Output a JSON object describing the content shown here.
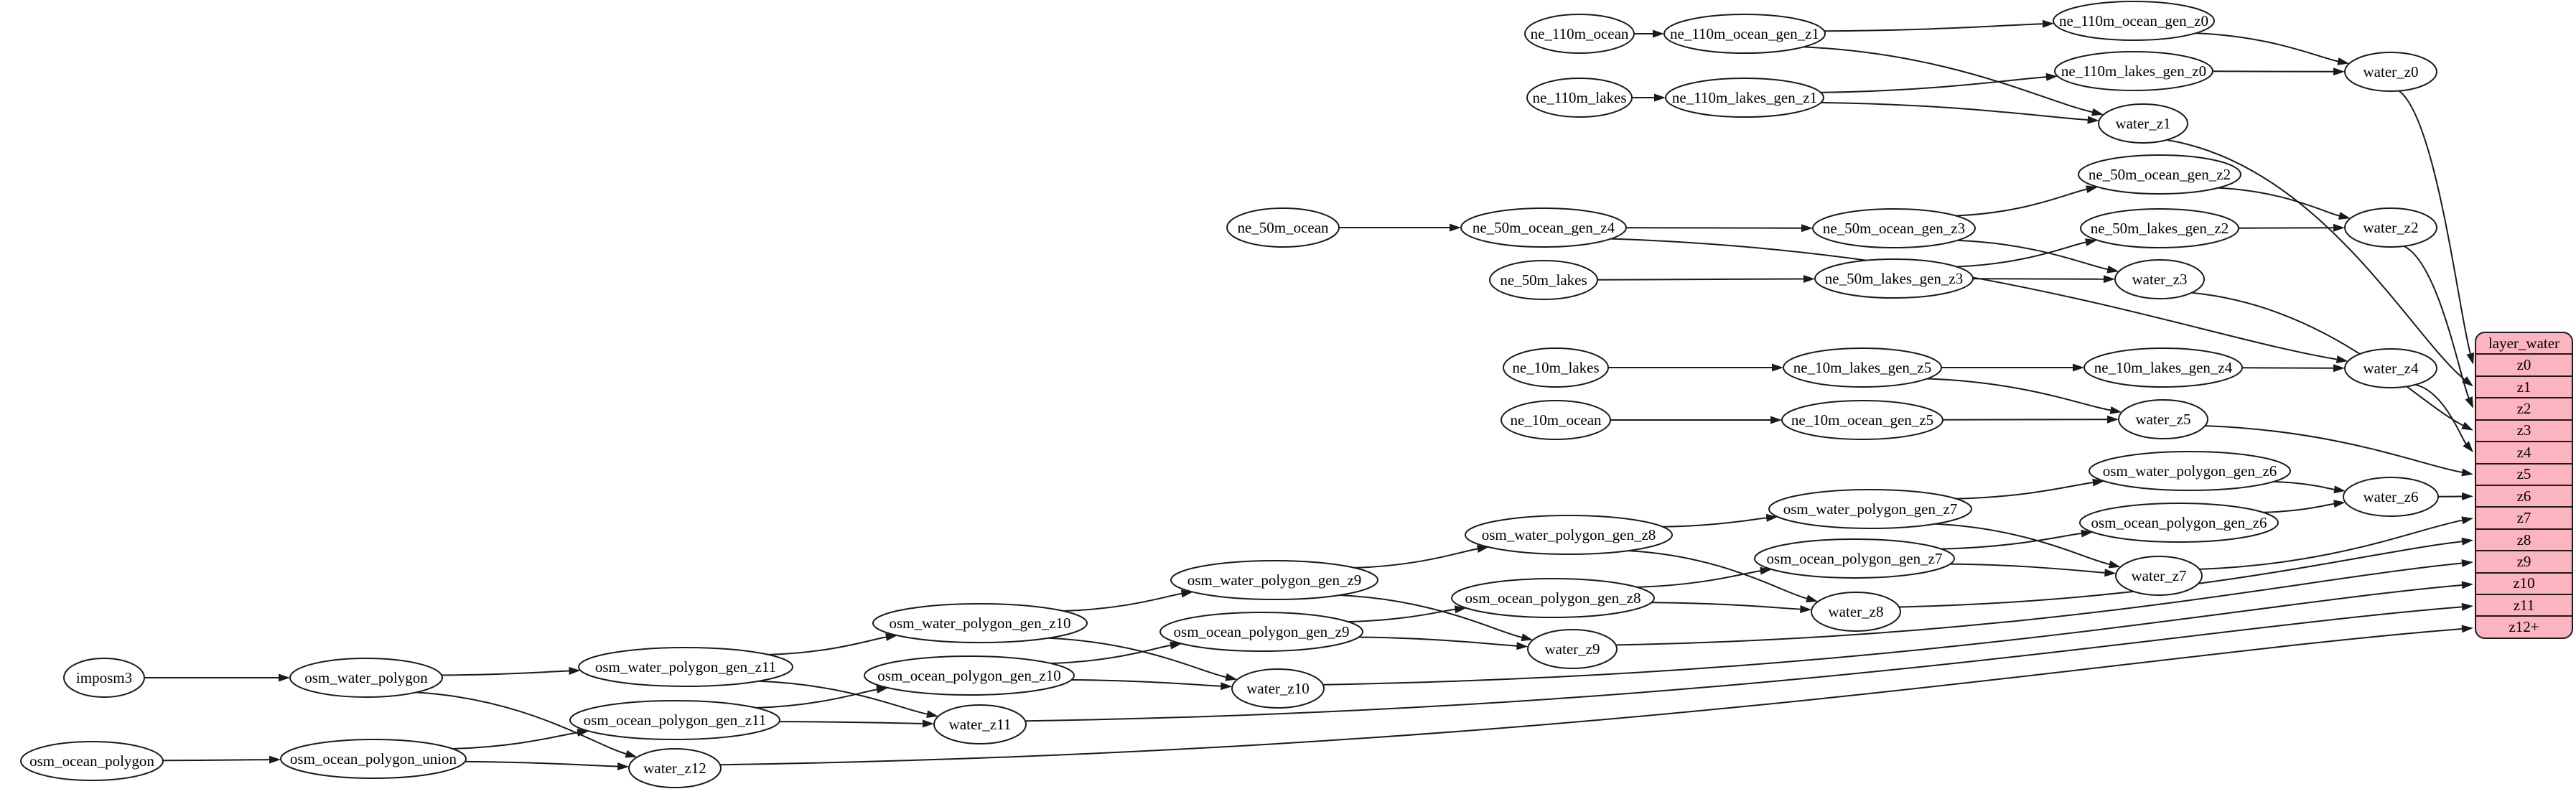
{
  "diagram": {
    "colors": {
      "background": "#ffffff",
      "node_fill": "#ffffff",
      "stroke": "#1a1a1a",
      "table_fill": "#fbb4c0",
      "text": "#000000"
    },
    "table": {
      "title": "layer_water",
      "rows": [
        "z0",
        "z1",
        "z2",
        "z3",
        "z4",
        "z5",
        "z6",
        "z7",
        "z8",
        "z9",
        "z10",
        "z11",
        "z12+"
      ]
    },
    "nodes": [
      {
        "id": "ne_110m_ocean",
        "label": "ne_110m_ocean"
      },
      {
        "id": "ne_110m_ocean_gen_z1",
        "label": "ne_110m_ocean_gen_z1"
      },
      {
        "id": "ne_110m_ocean_gen_z0",
        "label": "ne_110m_ocean_gen_z0"
      },
      {
        "id": "ne_110m_lakes",
        "label": "ne_110m_lakes"
      },
      {
        "id": "ne_110m_lakes_gen_z1",
        "label": "ne_110m_lakes_gen_z1"
      },
      {
        "id": "ne_110m_lakes_gen_z0",
        "label": "ne_110m_lakes_gen_z0"
      },
      {
        "id": "water_z0",
        "label": "water_z0"
      },
      {
        "id": "water_z1",
        "label": "water_z1"
      },
      {
        "id": "ne_50m_ocean",
        "label": "ne_50m_ocean"
      },
      {
        "id": "ne_50m_ocean_gen_z4",
        "label": "ne_50m_ocean_gen_z4"
      },
      {
        "id": "ne_50m_lakes",
        "label": "ne_50m_lakes"
      },
      {
        "id": "ne_50m_ocean_gen_z3",
        "label": "ne_50m_ocean_gen_z3"
      },
      {
        "id": "ne_50m_lakes_gen_z3",
        "label": "ne_50m_lakes_gen_z3"
      },
      {
        "id": "ne_50m_ocean_gen_z2",
        "label": "ne_50m_ocean_gen_z2"
      },
      {
        "id": "ne_50m_lakes_gen_z2",
        "label": "ne_50m_lakes_gen_z2"
      },
      {
        "id": "water_z2",
        "label": "water_z2"
      },
      {
        "id": "water_z3",
        "label": "water_z3"
      },
      {
        "id": "ne_10m_lakes",
        "label": "ne_10m_lakes"
      },
      {
        "id": "ne_10m_lakes_gen_z5",
        "label": "ne_10m_lakes_gen_z5"
      },
      {
        "id": "ne_10m_lakes_gen_z4",
        "label": "ne_10m_lakes_gen_z4"
      },
      {
        "id": "ne_10m_ocean",
        "label": "ne_10m_ocean"
      },
      {
        "id": "ne_10m_ocean_gen_z5",
        "label": "ne_10m_ocean_gen_z5"
      },
      {
        "id": "water_z4",
        "label": "water_z4"
      },
      {
        "id": "water_z5",
        "label": "water_z5"
      },
      {
        "id": "imposm3",
        "label": "imposm3"
      },
      {
        "id": "osm_water_polygon",
        "label": "osm_water_polygon"
      },
      {
        "id": "osm_ocean_polygon",
        "label": "osm_ocean_polygon"
      },
      {
        "id": "osm_ocean_polygon_union",
        "label": "osm_ocean_polygon_union"
      },
      {
        "id": "osm_water_polygon_gen_z11",
        "label": "osm_water_polygon_gen_z11"
      },
      {
        "id": "osm_ocean_polygon_gen_z11",
        "label": "osm_ocean_polygon_gen_z11"
      },
      {
        "id": "osm_water_polygon_gen_z10",
        "label": "osm_water_polygon_gen_z10"
      },
      {
        "id": "osm_ocean_polygon_gen_z10",
        "label": "osm_ocean_polygon_gen_z10"
      },
      {
        "id": "osm_water_polygon_gen_z9",
        "label": "osm_water_polygon_gen_z9"
      },
      {
        "id": "osm_ocean_polygon_gen_z9",
        "label": "osm_ocean_polygon_gen_z9"
      },
      {
        "id": "osm_water_polygon_gen_z8",
        "label": "osm_water_polygon_gen_z8"
      },
      {
        "id": "osm_ocean_polygon_gen_z8",
        "label": "osm_ocean_polygon_gen_z8"
      },
      {
        "id": "osm_water_polygon_gen_z7",
        "label": "osm_water_polygon_gen_z7"
      },
      {
        "id": "osm_ocean_polygon_gen_z7",
        "label": "osm_ocean_polygon_gen_z7"
      },
      {
        "id": "osm_water_polygon_gen_z6",
        "label": "osm_water_polygon_gen_z6"
      },
      {
        "id": "osm_ocean_polygon_gen_z6",
        "label": "osm_ocean_polygon_gen_z6"
      },
      {
        "id": "water_z6",
        "label": "water_z6"
      },
      {
        "id": "water_z7",
        "label": "water_z7"
      },
      {
        "id": "water_z8",
        "label": "water_z8"
      },
      {
        "id": "water_z9",
        "label": "water_z9"
      },
      {
        "id": "water_z10",
        "label": "water_z10"
      },
      {
        "id": "water_z11",
        "label": "water_z11"
      },
      {
        "id": "water_z12",
        "label": "water_z12"
      }
    ],
    "edges": [
      [
        "ne_110m_ocean",
        "ne_110m_ocean_gen_z1"
      ],
      [
        "ne_110m_ocean_gen_z1",
        "ne_110m_ocean_gen_z0"
      ],
      [
        "ne_110m_ocean_gen_z1",
        "water_z1"
      ],
      [
        "ne_110m_lakes",
        "ne_110m_lakes_gen_z1"
      ],
      [
        "ne_110m_lakes_gen_z1",
        "ne_110m_lakes_gen_z0"
      ],
      [
        "ne_110m_lakes_gen_z1",
        "water_z1"
      ],
      [
        "ne_110m_ocean_gen_z0",
        "water_z0"
      ],
      [
        "ne_110m_lakes_gen_z0",
        "water_z0"
      ],
      [
        "water_z0",
        "lw:z0"
      ],
      [
        "water_z1",
        "lw:z1"
      ],
      [
        "ne_50m_ocean",
        "ne_50m_ocean_gen_z4"
      ],
      [
        "ne_50m_ocean_gen_z4",
        "ne_50m_ocean_gen_z3"
      ],
      [
        "ne_50m_ocean_gen_z4",
        "water_z4"
      ],
      [
        "ne_50m_lakes",
        "ne_50m_lakes_gen_z3"
      ],
      [
        "ne_50m_ocean_gen_z3",
        "ne_50m_ocean_gen_z2"
      ],
      [
        "ne_50m_ocean_gen_z3",
        "water_z3"
      ],
      [
        "ne_50m_lakes_gen_z3",
        "ne_50m_lakes_gen_z2"
      ],
      [
        "ne_50m_lakes_gen_z3",
        "water_z3"
      ],
      [
        "ne_50m_ocean_gen_z2",
        "water_z2"
      ],
      [
        "ne_50m_lakes_gen_z2",
        "water_z2"
      ],
      [
        "water_z2",
        "lw:z2"
      ],
      [
        "water_z3",
        "lw:z3"
      ],
      [
        "ne_10m_lakes",
        "ne_10m_lakes_gen_z5"
      ],
      [
        "ne_10m_lakes_gen_z5",
        "ne_10m_lakes_gen_z4"
      ],
      [
        "ne_10m_lakes_gen_z5",
        "water_z5"
      ],
      [
        "ne_10m_lakes_gen_z4",
        "water_z4"
      ],
      [
        "ne_10m_ocean",
        "ne_10m_ocean_gen_z5"
      ],
      [
        "ne_10m_ocean_gen_z5",
        "water_z5"
      ],
      [
        "water_z4",
        "lw:z4"
      ],
      [
        "water_z5",
        "lw:z5"
      ],
      [
        "imposm3",
        "osm_water_polygon"
      ],
      [
        "osm_water_polygon",
        "osm_water_polygon_gen_z11"
      ],
      [
        "osm_water_polygon",
        "water_z12"
      ],
      [
        "osm_ocean_polygon",
        "osm_ocean_polygon_union"
      ],
      [
        "osm_ocean_polygon_union",
        "osm_ocean_polygon_gen_z11"
      ],
      [
        "osm_ocean_polygon_union",
        "water_z12"
      ],
      [
        "osm_water_polygon_gen_z11",
        "osm_water_polygon_gen_z10"
      ],
      [
        "osm_water_polygon_gen_z11",
        "water_z11"
      ],
      [
        "osm_ocean_polygon_gen_z11",
        "osm_ocean_polygon_gen_z10"
      ],
      [
        "osm_ocean_polygon_gen_z11",
        "water_z11"
      ],
      [
        "osm_water_polygon_gen_z10",
        "osm_water_polygon_gen_z9"
      ],
      [
        "osm_water_polygon_gen_z10",
        "water_z10"
      ],
      [
        "osm_ocean_polygon_gen_z10",
        "osm_ocean_polygon_gen_z9"
      ],
      [
        "osm_ocean_polygon_gen_z10",
        "water_z10"
      ],
      [
        "osm_water_polygon_gen_z9",
        "osm_water_polygon_gen_z8"
      ],
      [
        "osm_water_polygon_gen_z9",
        "water_z9"
      ],
      [
        "osm_ocean_polygon_gen_z9",
        "osm_ocean_polygon_gen_z8"
      ],
      [
        "osm_ocean_polygon_gen_z9",
        "water_z9"
      ],
      [
        "osm_water_polygon_gen_z8",
        "osm_water_polygon_gen_z7"
      ],
      [
        "osm_water_polygon_gen_z8",
        "water_z8"
      ],
      [
        "osm_ocean_polygon_gen_z8",
        "osm_ocean_polygon_gen_z7"
      ],
      [
        "osm_ocean_polygon_gen_z8",
        "water_z8"
      ],
      [
        "osm_water_polygon_gen_z7",
        "osm_water_polygon_gen_z6"
      ],
      [
        "osm_water_polygon_gen_z7",
        "water_z7"
      ],
      [
        "osm_ocean_polygon_gen_z7",
        "osm_ocean_polygon_gen_z6"
      ],
      [
        "osm_ocean_polygon_gen_z7",
        "water_z7"
      ],
      [
        "osm_water_polygon_gen_z6",
        "water_z6"
      ],
      [
        "osm_ocean_polygon_gen_z6",
        "water_z6"
      ],
      [
        "water_z6",
        "lw:z6"
      ],
      [
        "water_z7",
        "lw:z7"
      ],
      [
        "water_z8",
        "lw:z8"
      ],
      [
        "water_z9",
        "lw:z9"
      ],
      [
        "water_z10",
        "lw:z10"
      ],
      [
        "water_z11",
        "lw:z11"
      ],
      [
        "water_z12",
        "lw:z12+"
      ]
    ]
  }
}
